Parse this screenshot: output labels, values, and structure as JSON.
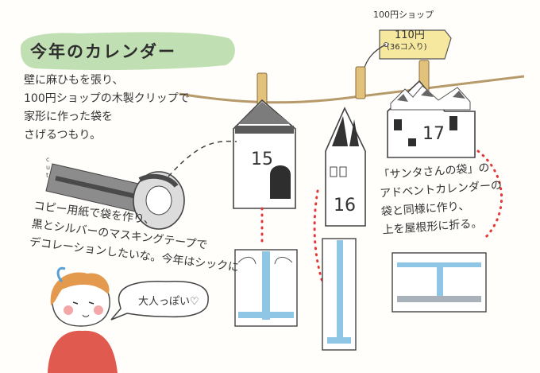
{
  "title": "今年のカレンダー",
  "notes": {
    "top": "壁に麻ひもを張り、\n100円ショップの木製クリップで\n家形に作った袋を\nさげるつもり。",
    "mid": "コピー用紙で袋を作り、\n黒とシルバーのマスキングテープで\nデコレーションしたいな。今年はシックに",
    "right": "「サンタさんの袋」の\nアドベントカレンダーの\n袋と同様に作り、\n上を屋根形に折る。"
  },
  "price_tag": {
    "label": "100円ショップ",
    "price": "110円",
    "count": "(36コ入り)"
  },
  "tape_cut": {
    "c": "c",
    "u": "u",
    "t": "t"
  },
  "houses": [
    {
      "number": "15"
    },
    {
      "number": "16"
    },
    {
      "number": "17"
    }
  ],
  "speech": "大人っぽい♡",
  "colors": {
    "title_bg": "#b9dcab",
    "string": "#b79a6a",
    "clip": "#e2c27a",
    "tape_dark": "#4a4a4a",
    "tape_silver": "#a9b2bb",
    "fold_blue": "#8fc6e6",
    "dots_red": "#e23838",
    "tag_yellow": "#f6e89e",
    "hair": "#e39a4e",
    "sweater": "#e05a4f"
  }
}
